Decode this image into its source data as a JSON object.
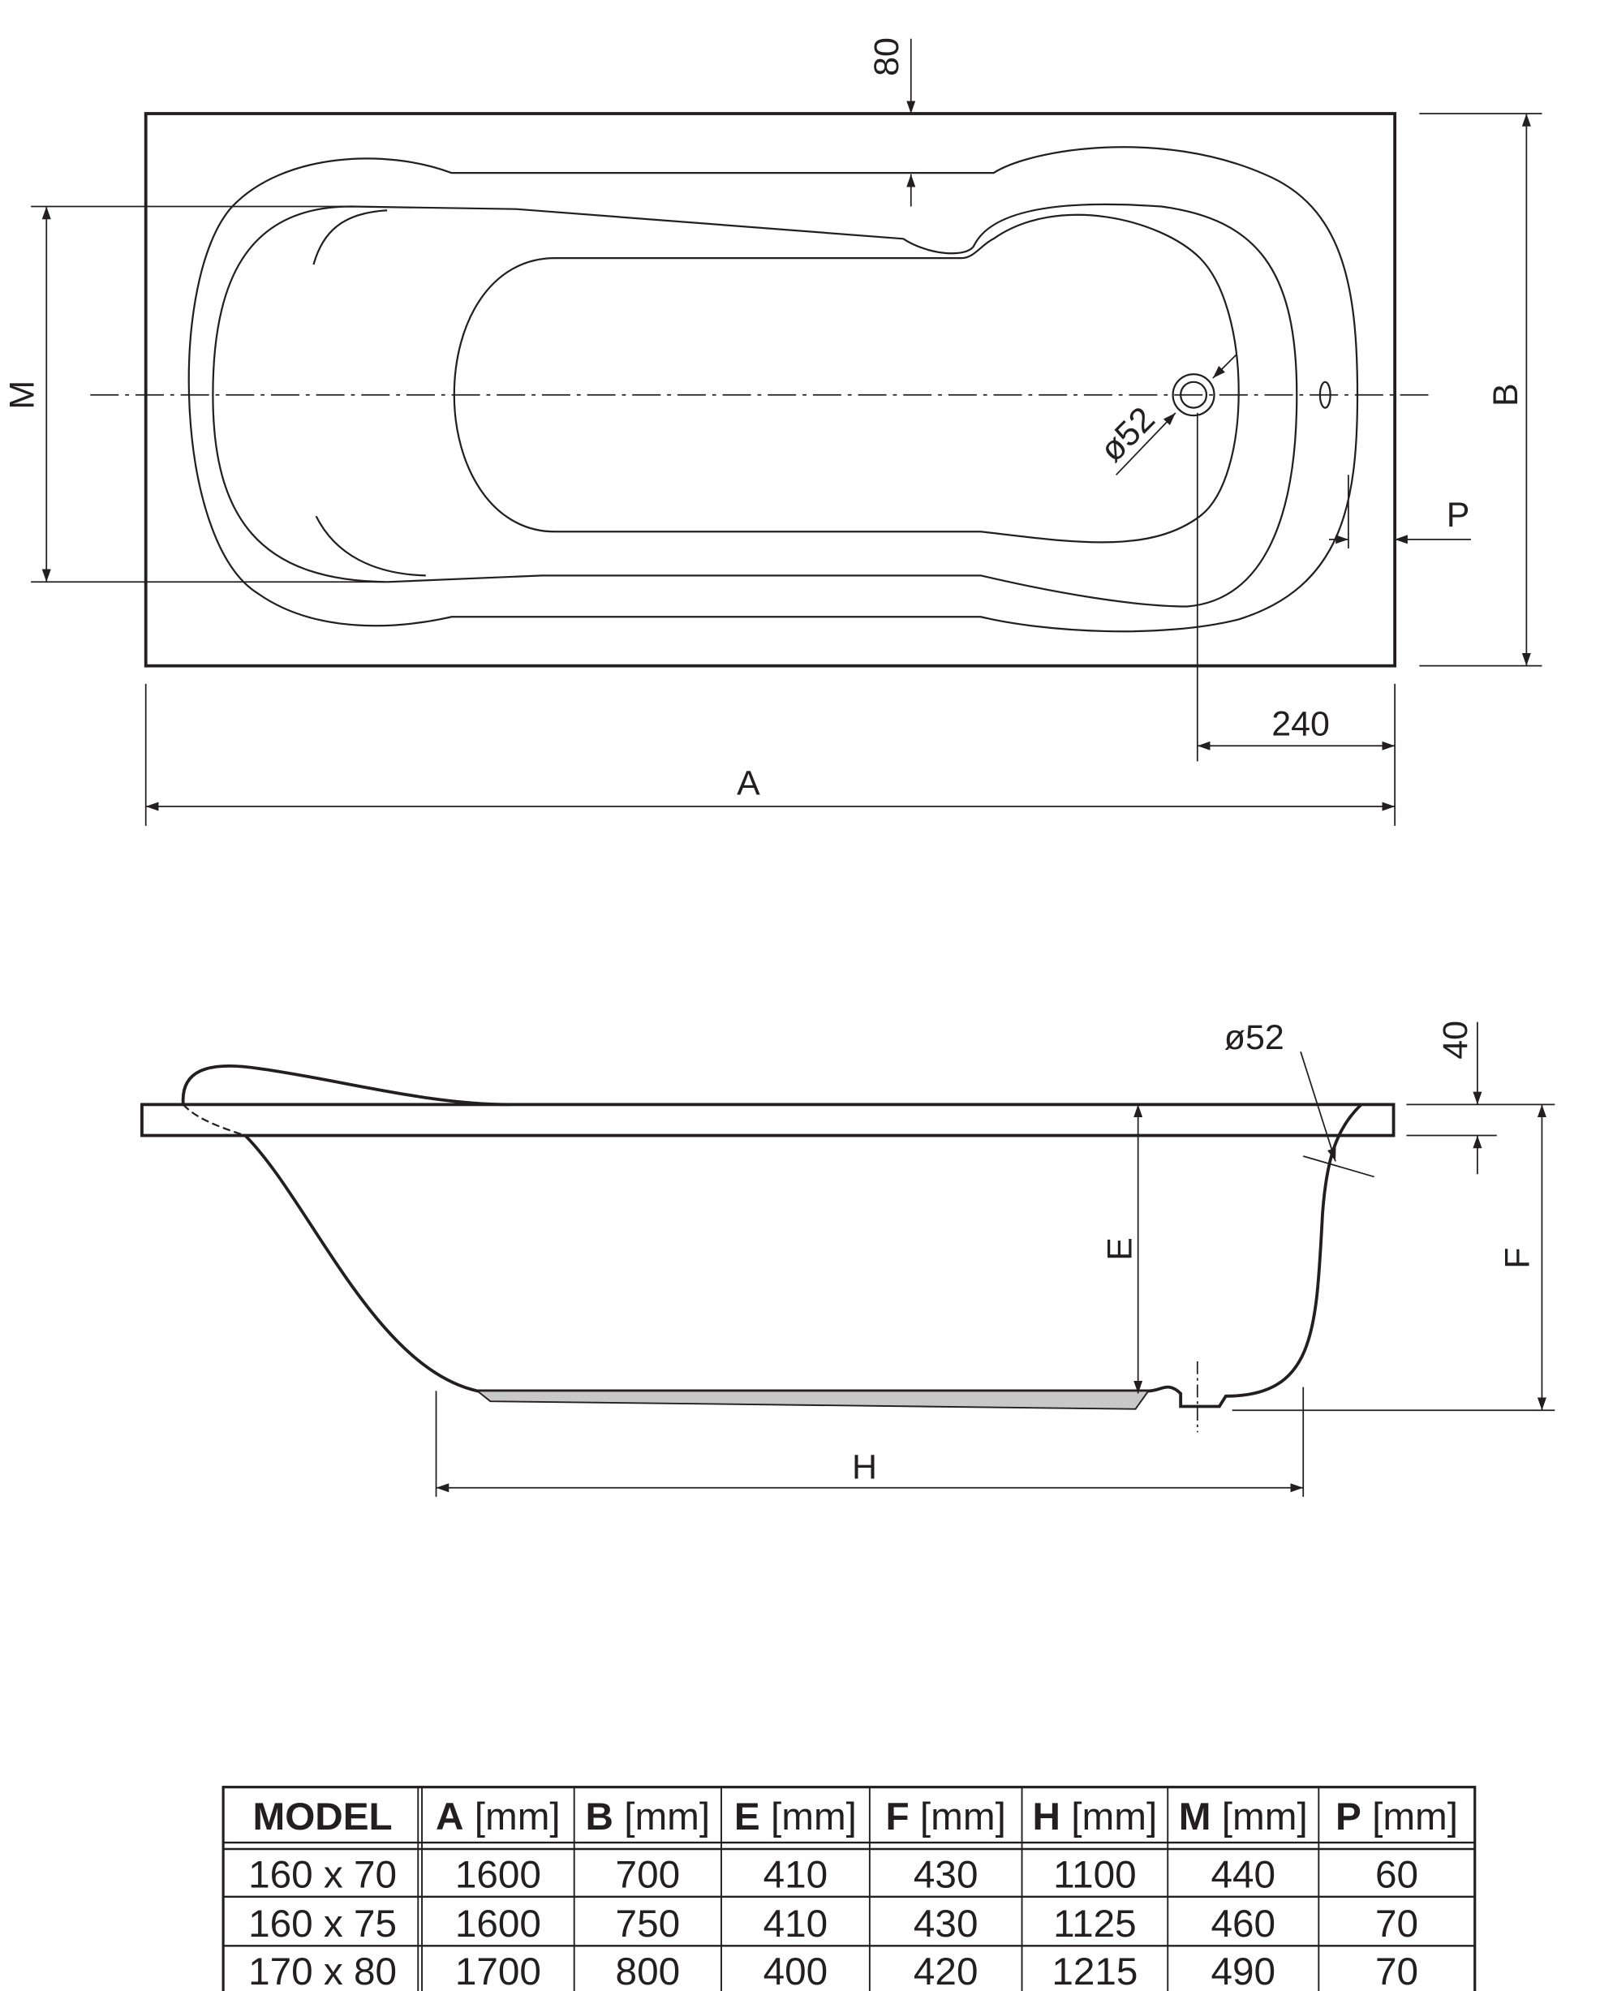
{
  "top_view": {
    "dim_80": "80",
    "dim_M": "M",
    "dim_B": "B",
    "dim_P": "P",
    "dim_240": "240",
    "dim_A": "A",
    "drain_diameter": "ø52"
  },
  "side_view": {
    "overflow_diameter": "ø52",
    "dim_40": "40",
    "dim_E": "E",
    "dim_F": "F",
    "dim_H": "H"
  },
  "table": {
    "headers": [
      {
        "letter": "MODEL",
        "unit": ""
      },
      {
        "letter": "A",
        "unit": "[mm]"
      },
      {
        "letter": "B",
        "unit": "[mm]"
      },
      {
        "letter": "E",
        "unit": "[mm]"
      },
      {
        "letter": "F",
        "unit": "[mm]"
      },
      {
        "letter": "H",
        "unit": "[mm]"
      },
      {
        "letter": "M",
        "unit": "[mm]"
      },
      {
        "letter": "P",
        "unit": "[mm]"
      }
    ],
    "rows": [
      [
        "160 x 70",
        "1600",
        "700",
        "410",
        "430",
        "1100",
        "440",
        "60"
      ],
      [
        "160 x 75",
        "1600",
        "750",
        "410",
        "430",
        "1125",
        "460",
        "70"
      ],
      [
        "170 x 80",
        "1700",
        "800",
        "400",
        "420",
        "1215",
        "490",
        "70"
      ]
    ]
  }
}
